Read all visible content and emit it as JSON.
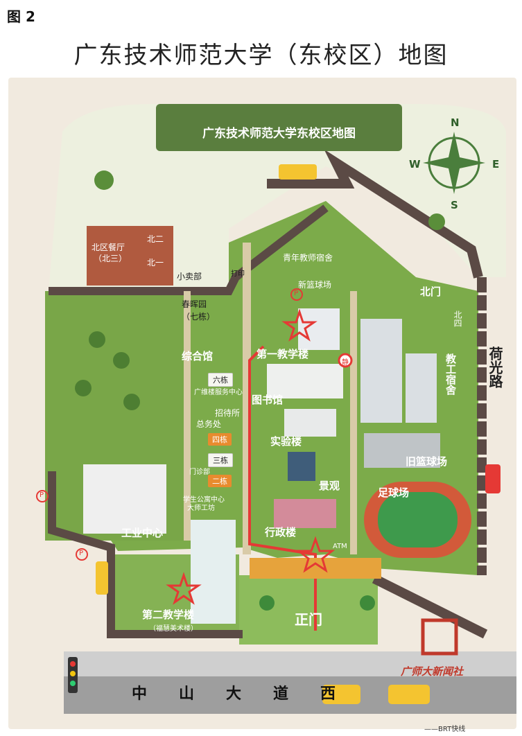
{
  "figure_label": "图 2",
  "title": "广东技术师范大学（东校区）地图",
  "banner": "广东技术师范大学东校区地图",
  "compass": {
    "n": "N",
    "s": "S",
    "e": "E",
    "w": "W"
  },
  "buildings": {
    "north_canteen": "北区餐厅",
    "north_canteen_sub": "（北三）",
    "north_two": "北二",
    "north_one": "北一",
    "shop": "小卖部",
    "youth_dorm": "青年教师宿舍",
    "new_court": "新篮球场",
    "chunhui": "春晖园",
    "chunhui_sub": "（七栋）",
    "north_gate": "北门",
    "north_four": "北四",
    "complex": "综合馆",
    "teaching_one": "第一教学楼",
    "staff_dorm": "教工宿舍",
    "six_block": "六栋",
    "service_center": "广维楼服务中心",
    "library": "图书馆",
    "guest_house": "招待所",
    "general_affairs": "总务处",
    "four_block": "四栋",
    "lab": "实验楼",
    "old_court": "旧篮球场",
    "three_block": "三栋",
    "clinic": "门诊部",
    "two_block": "二栋",
    "landscape": "景观",
    "soccer": "足球场",
    "industry_center": "工业中心",
    "student_center": "学生公寓中心",
    "student_center_sub": "大师工坊",
    "admin": "行政楼",
    "teaching_two": "第二教学楼",
    "teaching_two_sub": "（福慧美术楼）",
    "main_gate": "正门",
    "hexuan_road": "荷光路",
    "atm": "ATM",
    "print_mark": "打印",
    "quiet_sign": "静",
    "parking": "P"
  },
  "road": "中山大道西",
  "brt_note": "——BRT快线",
  "logo": "广师大新闻社",
  "colors": {
    "grass": "#7cab4a",
    "grass_dark": "#6a9a3c",
    "road": "#5b4a45",
    "route": "#e53935",
    "banner": "#5a7e3e"
  }
}
